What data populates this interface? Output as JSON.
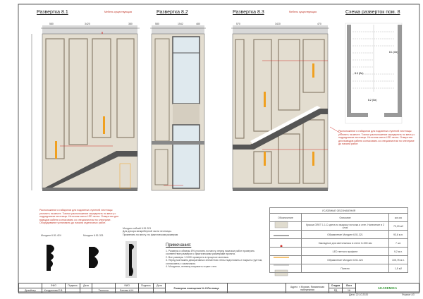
{
  "drawings": [
    {
      "title": "Развертка 8.1",
      "note": "Мебель существующая",
      "dims_top": [
        "580",
        "3420",
        "380"
      ]
    },
    {
      "title": "Развертка 8.2",
      "dims_top": [
        "580",
        "1542",
        "480"
      ]
    },
    {
      "title": "Развертка 8.3",
      "note": "Мебель существующая",
      "dims_top": [
        "570",
        "3420",
        "470"
      ]
    },
    {
      "title": "Схема разверток пом. 8",
      "markers": [
        "8.1 (Ли)",
        "8.3 (Ли)",
        "8.2 (Ли)"
      ]
    }
  ],
  "red_note_left": "Расположение и габаритов для подсветки ступеней лестницы уточнить на месте. Точное расположение определить по месту с подрядчиком лестницы. Источник света LED лента. Отверстия для выводов кабеля согласовать со специалистом по электрике. Оборудование установить до начала отделочных работ.",
  "red_note_right": "Расположение и габаритов для подсветки ступеней лестницы уточнить на месте. Точное расположение определить по месту с подрядчиком лестницы. Источник света LED лента. Отверстия для выводов кабеля согласовать со специалистом по электрике до начала работ.",
  "profiles": [
    {
      "label": "Молдинг 6.51.424"
    },
    {
      "label": "Молдинг 6.51.321"
    },
    {
      "label": "Молдинг гибкий 6.51.321\nДля декора межреберной части лестницы.\nПрименить по месту, по фактическим размерам"
    }
  ],
  "notes": {
    "heading": "Примечания:",
    "items": [
      "1. Размеры и обмеры 8% уточнить по месту, перед началом работ проверить соответствие размеров с фактическими размерами проекта.",
      "2. Все размеры 1:1000 проверить в процессе монтажа.",
      "3. Перед монтажем декоративных элементов стены подготовить и покрыть грунтом, согласовать с заказчиком.",
      "4. Молдинги, лепнину покрасить в цвет стен."
    ]
  },
  "legend": {
    "title": "УСЛОВНЫЕ ОБОЗНАЧЕНИЯ",
    "headers": [
      "Обозначение",
      "Описание",
      "кол-во"
    ],
    "rows": [
      {
        "desc": "Краска GRET 1.1.С цвета по выкрасу потолка и стен. Нанесение в 2 слоя",
        "qty": "79,20 м2"
      },
      {
        "desc": "Обрамление Молдинг 6.51.321",
        "qty": "93,6 м.п."
      },
      {
        "desc": "Закладные для светильника в стене h=300 мм",
        "qty": "7 шт."
      },
      {
        "desc": "LED лента в профиле",
        "qty": "9,2 м.п."
      },
      {
        "desc": "Обрамление Молдинг 6.51.424",
        "qty": "105,75 м.п."
      },
      {
        "desc": "Панели",
        "qty": "1,5 м2"
      }
    ]
  },
  "title_block": {
    "headers": [
      "ФИО",
      "Подпись",
      "Дата"
    ],
    "role1": "Дизайнер",
    "name1": "Кондратова Е.В.",
    "role2": "Технолог",
    "name2": "Белова А.И.",
    "sheet_title": "Развертки помещения № 8 Лестница",
    "address": "Адрес: г. Москва, Якиманская набережная",
    "stage_label": "Стадия",
    "stage": "РД",
    "sheet_label": "Лист",
    "sheet": "16",
    "logo": "AKADEMIKA",
    "date": "Дата: 22.10.2020",
    "format": "Формат А3"
  },
  "colors": {
    "wall": "#e3ddd0",
    "frame": "#555",
    "red": "#d0302b",
    "led": "#f0a020",
    "glass": "#dfe9ee"
  }
}
